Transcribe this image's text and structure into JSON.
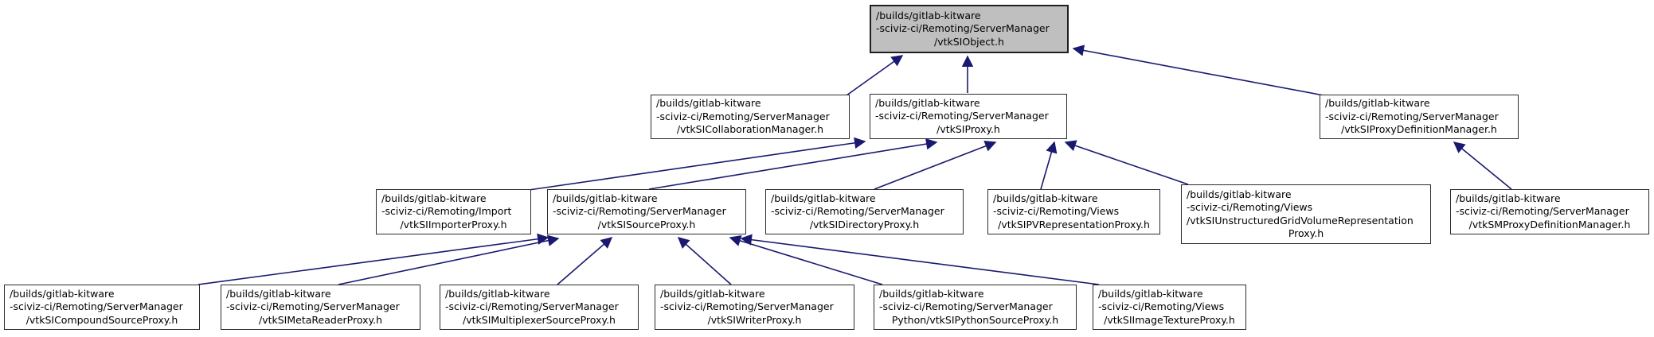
{
  "diagram": {
    "type": "include-dependency-graph",
    "root_file": "vtkSIObject.h",
    "colors": {
      "root_node_fill": "#bfbfbf",
      "node_fill": "#ffffff",
      "node_border": "#2b2b2b",
      "edge": "#191970",
      "text": "#000000"
    }
  },
  "nodes": [
    {
      "id": "vtkSIObject",
      "path": "/builds/gitlab-kitware\n-sciviz-ci/Remoting/ServerManager",
      "file": "/vtkSIObject.h"
    },
    {
      "id": "vtkSICollaborationManager",
      "path": "/builds/gitlab-kitware\n-sciviz-ci/Remoting/ServerManager",
      "file": "/vtkSICollaborationManager.h"
    },
    {
      "id": "vtkSIProxy",
      "path": "/builds/gitlab-kitware\n-sciviz-ci/Remoting/ServerManager",
      "file": "/vtkSIProxy.h"
    },
    {
      "id": "vtkSIProxyDefinitionManager",
      "path": "/builds/gitlab-kitware\n-sciviz-ci/Remoting/ServerManager",
      "file": "/vtkSIProxyDefinitionManager.h"
    },
    {
      "id": "vtkSIImporterProxy",
      "path": "/builds/gitlab-kitware\n-sciviz-ci/Remoting/Import",
      "file": "/vtkSIImporterProxy.h"
    },
    {
      "id": "vtkSISourceProxy",
      "path": "/builds/gitlab-kitware\n-sciviz-ci/Remoting/ServerManager",
      "file": "/vtkSISourceProxy.h"
    },
    {
      "id": "vtkSIDirectoryProxy",
      "path": "/builds/gitlab-kitware\n-sciviz-ci/Remoting/ServerManager",
      "file": "/vtkSIDirectoryProxy.h"
    },
    {
      "id": "vtkSIPVRepresentationProxy",
      "path": "/builds/gitlab-kitware\n-sciviz-ci/Remoting/Views",
      "file": "/vtkSIPVRepresentationProxy.h"
    },
    {
      "id": "vtkSIUnstructuredGridVolumeRepresentationProxy",
      "path": "/builds/gitlab-kitware\n-sciviz-ci/Remoting/Views\n/vtkSIUnstructuredGridVolumeRepresentation",
      "file": "Proxy.h"
    },
    {
      "id": "vtkSMProxyDefinitionManager",
      "path": "/builds/gitlab-kitware\n-sciviz-ci/Remoting/ServerManager",
      "file": "/vtkSMProxyDefinitionManager.h"
    },
    {
      "id": "vtkSICompoundSourceProxy",
      "path": "/builds/gitlab-kitware\n-sciviz-ci/Remoting/ServerManager",
      "file": "/vtkSICompoundSourceProxy.h"
    },
    {
      "id": "vtkSIMetaReaderProxy",
      "path": "/builds/gitlab-kitware\n-sciviz-ci/Remoting/ServerManager",
      "file": "/vtkSIMetaReaderProxy.h"
    },
    {
      "id": "vtkSIMultiplexerSourceProxy",
      "path": "/builds/gitlab-kitware\n-sciviz-ci/Remoting/ServerManager",
      "file": "/vtkSIMultiplexerSourceProxy.h"
    },
    {
      "id": "vtkSIWriterProxy",
      "path": "/builds/gitlab-kitware\n-sciviz-ci/Remoting/ServerManager",
      "file": "/vtkSIWriterProxy.h"
    },
    {
      "id": "vtkSIPythonSourceProxy",
      "path": "/builds/gitlab-kitware\n-sciviz-ci/Remoting/ServerManager",
      "file": "Python/vtkSIPythonSourceProxy.h"
    },
    {
      "id": "vtkSIImageTextureProxy",
      "path": "/builds/gitlab-kitware\n-sciviz-ci/Remoting/Views",
      "file": "/vtkSIImageTextureProxy.h"
    }
  ],
  "edges": [
    {
      "from": "vtkSICollaborationManager",
      "to": "vtkSIObject"
    },
    {
      "from": "vtkSIProxy",
      "to": "vtkSIObject"
    },
    {
      "from": "vtkSIProxyDefinitionManager",
      "to": "vtkSIObject"
    },
    {
      "from": "vtkSIImporterProxy",
      "to": "vtkSIProxy"
    },
    {
      "from": "vtkSISourceProxy",
      "to": "vtkSIProxy"
    },
    {
      "from": "vtkSIDirectoryProxy",
      "to": "vtkSIProxy"
    },
    {
      "from": "vtkSIPVRepresentationProxy",
      "to": "vtkSIProxy"
    },
    {
      "from": "vtkSIUnstructuredGridVolumeRepresentationProxy",
      "to": "vtkSIProxy"
    },
    {
      "from": "vtkSMProxyDefinitionManager",
      "to": "vtkSIProxyDefinitionManager"
    },
    {
      "from": "vtkSICompoundSourceProxy",
      "to": "vtkSISourceProxy"
    },
    {
      "from": "vtkSIMetaReaderProxy",
      "to": "vtkSISourceProxy"
    },
    {
      "from": "vtkSIMultiplexerSourceProxy",
      "to": "vtkSISourceProxy"
    },
    {
      "from": "vtkSIWriterProxy",
      "to": "vtkSISourceProxy"
    },
    {
      "from": "vtkSIPythonSourceProxy",
      "to": "vtkSISourceProxy"
    },
    {
      "from": "vtkSIImageTextureProxy",
      "to": "vtkSISourceProxy"
    }
  ]
}
